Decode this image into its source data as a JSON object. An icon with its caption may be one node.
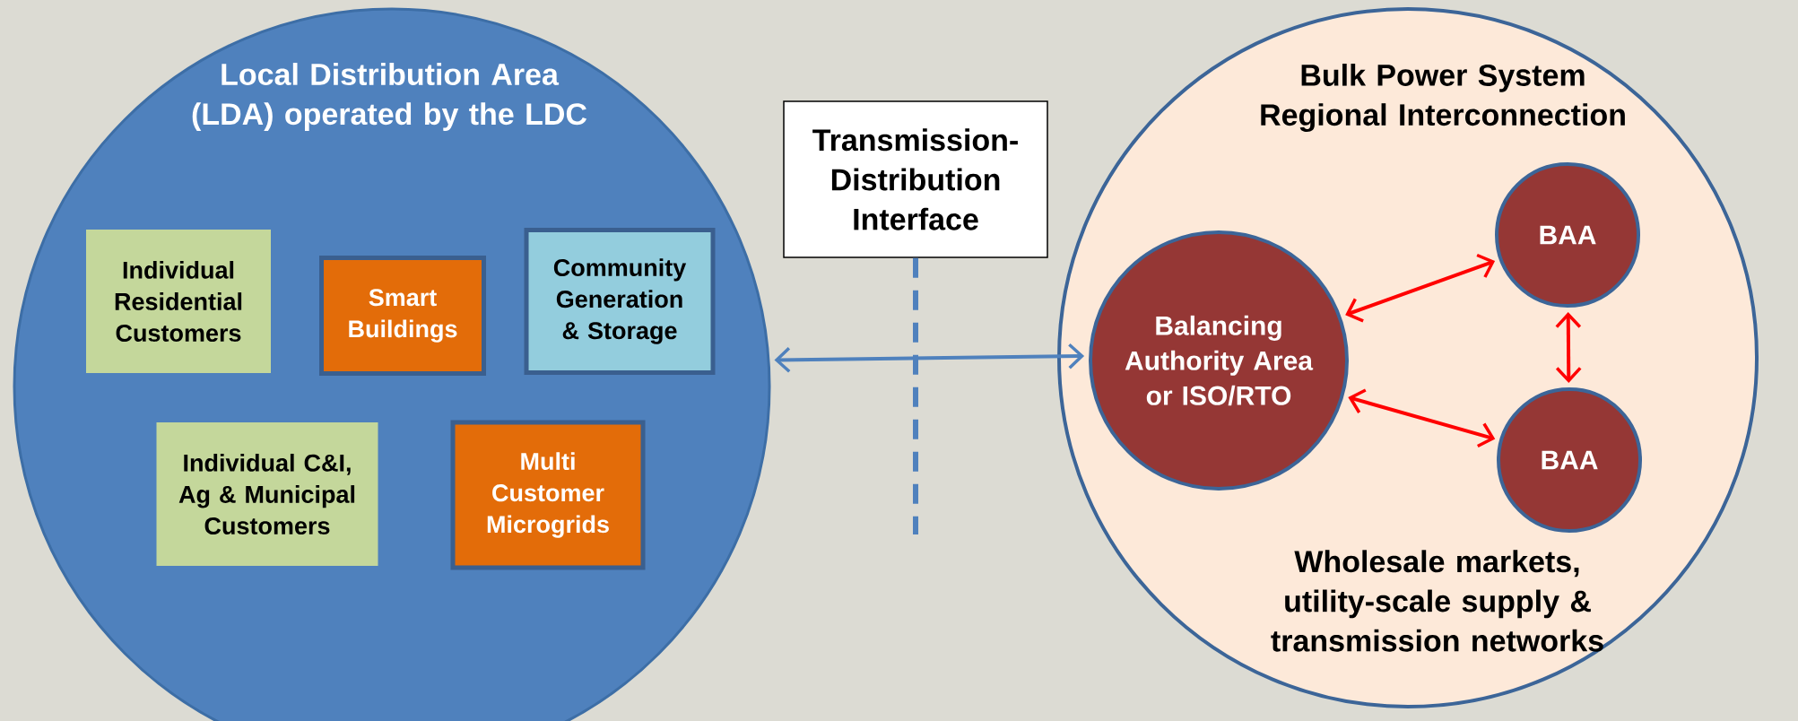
{
  "diagram": {
    "nodes": [
      {
        "text": [
          "Local Distribution Area (LDA) operated by the LDC"
        ]
      },
      {
        "text": [
          "Individual Residential Customers"
        ],
        "in": 0
      },
      {
        "text": [
          "Smart Buildings"
        ],
        "in": 0
      },
      {
        "text": [
          "Community Generation & Storage"
        ],
        "in": 0
      },
      {
        "text": [
          "Individual C&I, Ag & Municipal Customers"
        ],
        "in": 0
      },
      {
        "text": [
          "Multi Customer Microgrids"
        ],
        "in": 0
      },
      {
        "text": [
          "Transmission-Distribution Interface"
        ]
      },
      {
        "text": [
          "Bulk Power System Regional Interconnection",
          "Wholesale markets, utility-scale supply & transmission networks"
        ]
      },
      {
        "text": [
          "Balancing Authority Area or ISO/RTO"
        ],
        "in": 7
      },
      {
        "text": [
          "BAA"
        ],
        "in": 7
      },
      {
        "text": [
          "BAA"
        ],
        "in": 7
      }
    ],
    "edges": [
      {
        "from": 0,
        "to": 8,
        "arrow": "both",
        "color": "#4f81bd"
      },
      {
        "from": 8,
        "to": 9,
        "arrow": "both"
      },
      {
        "from": 8,
        "to": 10,
        "arrow": "both"
      },
      {
        "from": 9,
        "to": 10,
        "arrow": "both"
      },
      {
        "from": 6,
        "to": null,
        "arrow": "none",
        "style": "dashed",
        "color": "#4f81bd"
      }
    ]
  }
}
